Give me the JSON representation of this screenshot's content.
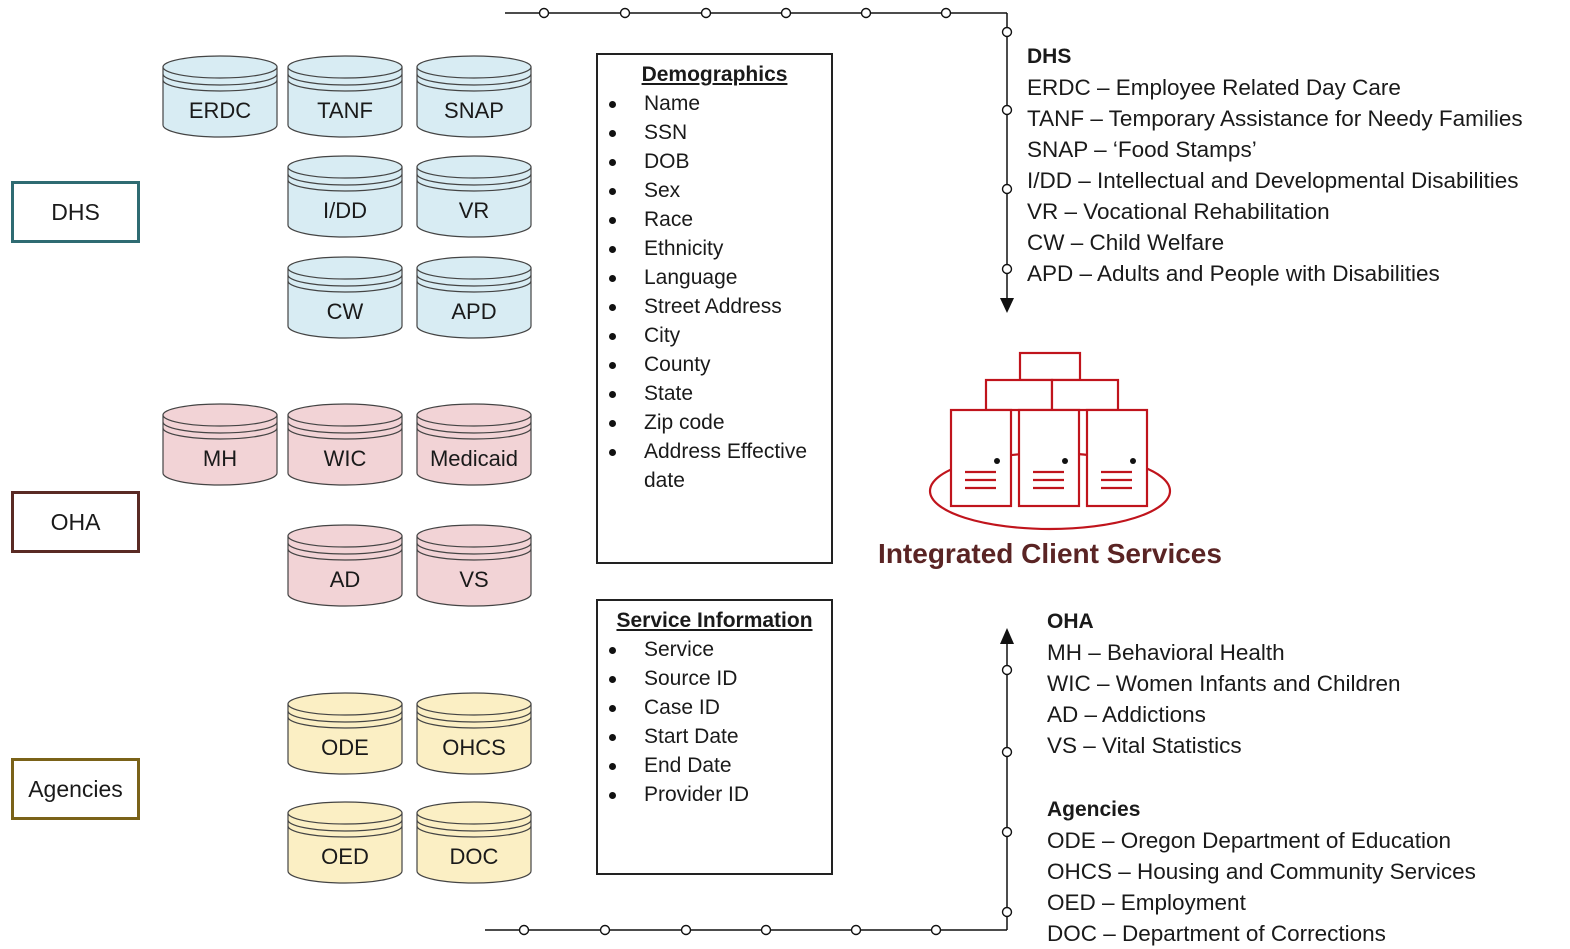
{
  "groups": [
    {
      "label": "DHS",
      "color": "#2f6b72",
      "fill": "#d8ecf3"
    },
    {
      "label": "OHA",
      "color": "#5a2a24",
      "fill": "#f2d3d6"
    },
    {
      "label": "Agencies",
      "color": "#7a6218",
      "fill": "#fbefc4"
    }
  ],
  "databases": [
    {
      "label": "ERDC",
      "group": 0
    },
    {
      "label": "TANF",
      "group": 0
    },
    {
      "label": "SNAP",
      "group": 0
    },
    {
      "label": "I/DD",
      "group": 0
    },
    {
      "label": "VR",
      "group": 0
    },
    {
      "label": "CW",
      "group": 0
    },
    {
      "label": "APD",
      "group": 0
    },
    {
      "label": "MH",
      "group": 1
    },
    {
      "label": "WIC",
      "group": 1
    },
    {
      "label": "Medicaid",
      "group": 1
    },
    {
      "label": "AD",
      "group": 1
    },
    {
      "label": "VS",
      "group": 1
    },
    {
      "label": "ODE",
      "group": 2
    },
    {
      "label": "OHCS",
      "group": 2
    },
    {
      "label": "OED",
      "group": 2
    },
    {
      "label": "DOC",
      "group": 2
    }
  ],
  "demographics": {
    "title": "Demographics",
    "items": [
      "Name",
      "SSN",
      "DOB",
      "Sex",
      "Race",
      "Ethnicity",
      "Language",
      "Street Address",
      "City",
      "County",
      "State",
      "Zip code",
      "Address Effective date"
    ]
  },
  "service_info": {
    "title": "Service Information",
    "items": [
      "Service",
      "Source ID",
      "Case ID",
      "Start Date",
      "End Date",
      "Provider ID"
    ]
  },
  "center": {
    "title": "Integrated Client Services",
    "color": "#c0141c"
  },
  "legend_dhs": {
    "heading": "DHS",
    "items": [
      "ERDC – Employee Related Day Care",
      "TANF – Temporary Assistance for Needy Families",
      "SNAP – ‘Food Stamps’",
      "I/DD – Intellectual and Developmental Disabilities",
      "VR – Vocational Rehabilitation",
      "CW – Child Welfare",
      "APD – Adults and People with Disabilities"
    ]
  },
  "legend_oha": {
    "heading": "OHA",
    "items": [
      "MH – Behavioral Health",
      "WIC – Women Infants and Children",
      "AD – Addictions",
      "VS – Vital Statistics"
    ]
  },
  "legend_agencies": {
    "heading": "Agencies",
    "items": [
      "ODE – Oregon Department of Education",
      "OHCS – Housing and Community Services",
      "OED – Employment",
      "DOC – Department of Corrections"
    ]
  }
}
